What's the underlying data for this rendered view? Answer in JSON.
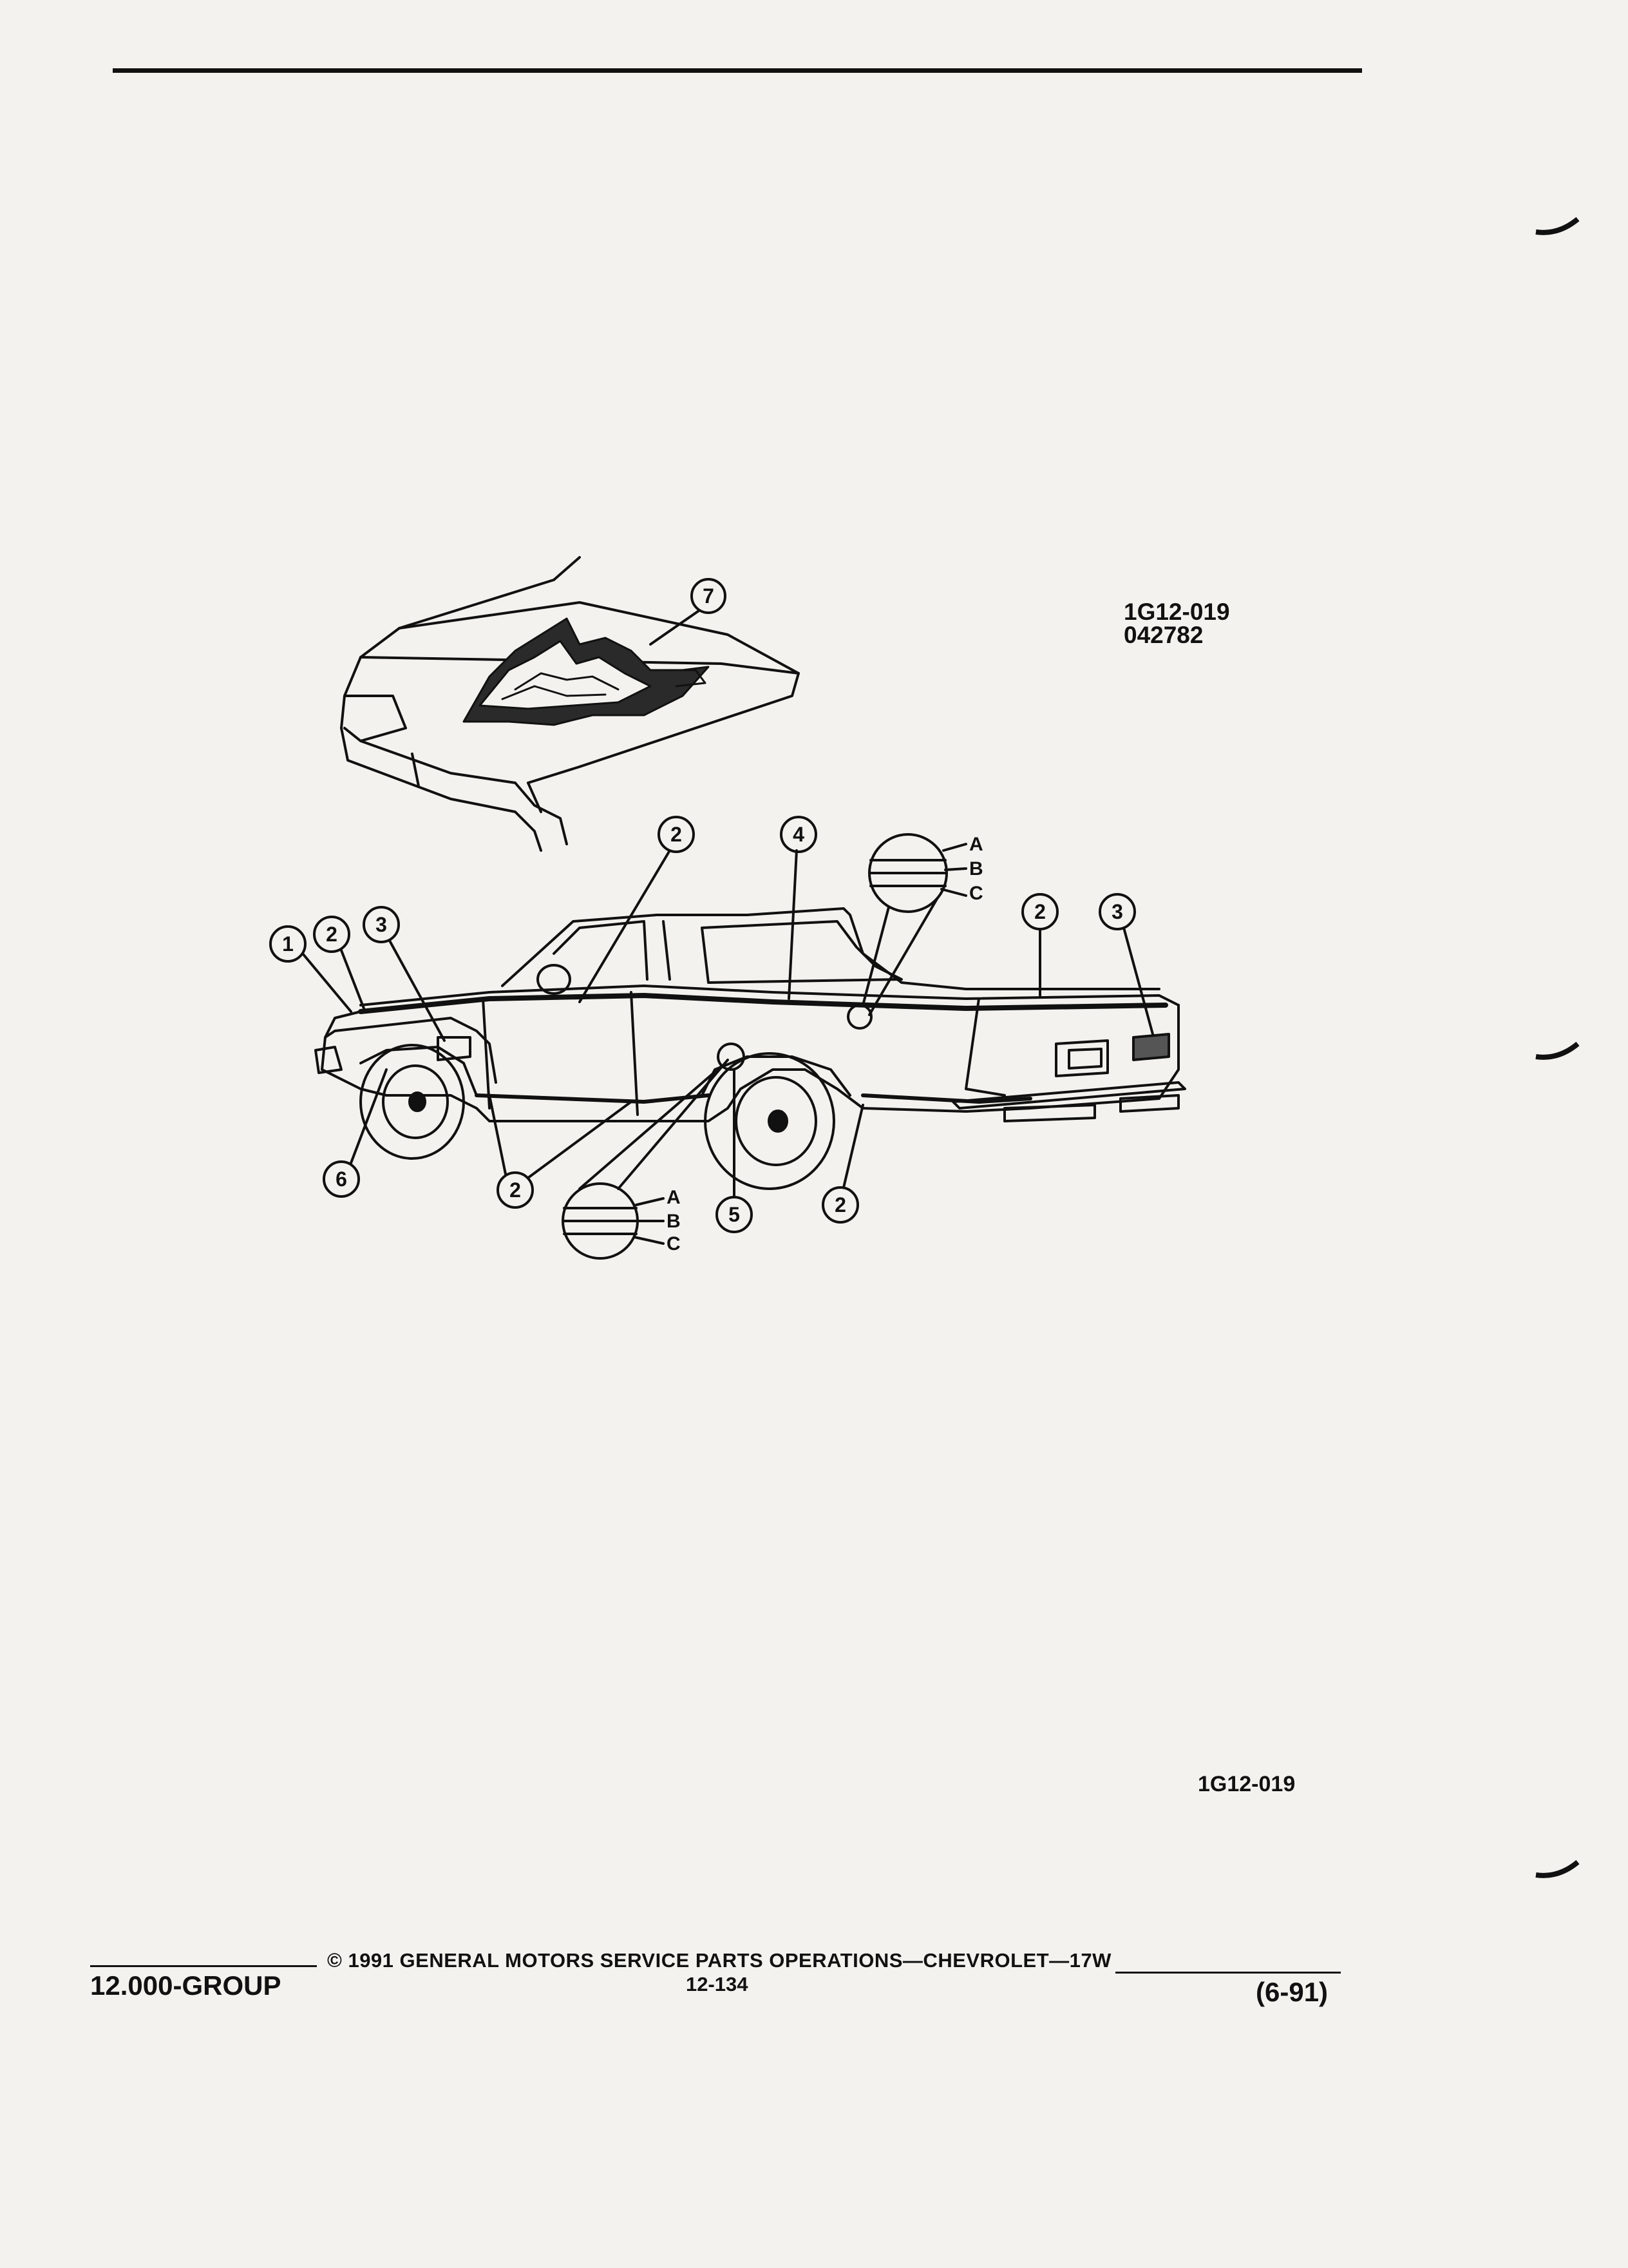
{
  "figure": {
    "code": "1G12-019",
    "date_code": "042782",
    "bottom_code": "1G12-019",
    "callouts": [
      "1",
      "2",
      "3",
      "4",
      "5",
      "6",
      "7"
    ],
    "stripe_labels": [
      "A",
      "B",
      "C"
    ]
  },
  "footer": {
    "copyright": "© 1991 GENERAL MOTORS SERVICE PARTS OPERATIONS—CHEVROLET—17W",
    "group": "12.000-GROUP",
    "page": "12-134",
    "revision": "(6-91)"
  }
}
